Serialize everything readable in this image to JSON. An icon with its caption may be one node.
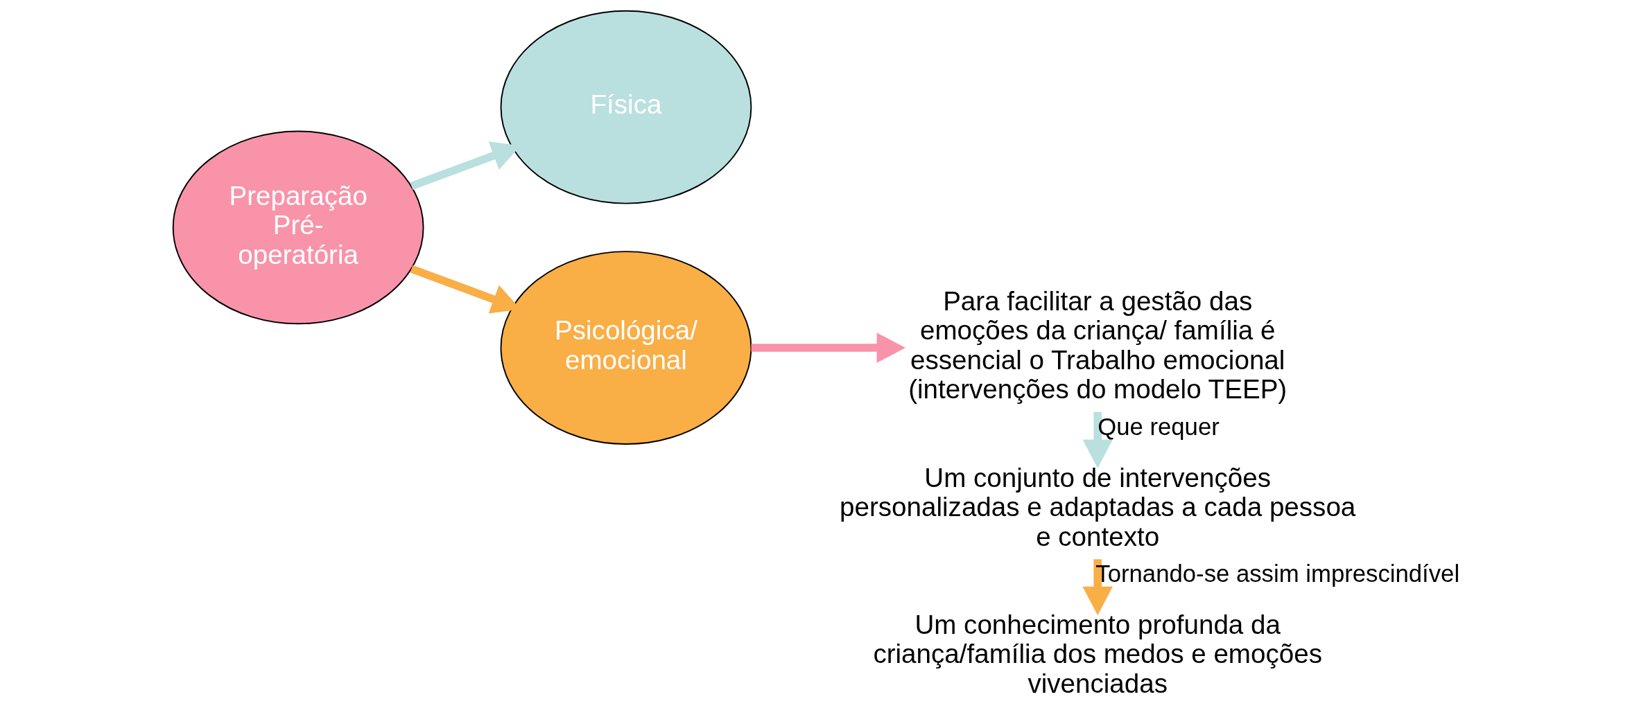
{
  "diagram": {
    "nodes": [
      {
        "text": [
          "Física"
        ]
      },
      {
        "text": [
          "Psicológica/ emocional"
        ]
      },
      {
        "text": [
          "Preparação Pré- operatória"
        ]
      },
      {
        "text": [
          "Para facilitar a gestão das emoções da criança/ família é essencial o Trabalho emocional (intervenções do modelo TEEP)"
        ]
      },
      {
        "text": [
          "Um conjunto de intervenções personalizadas e adaptadas a cada pessoa e contexto"
        ]
      },
      {
        "text": [
          "Um conhecimento profunda da criança/família dos medos e emoções vivenciadas"
        ]
      }
    ],
    "edges": [
      {
        "from": 2,
        "to": 0,
        "arrow": "to",
        "color": "#b9e0df"
      },
      {
        "from": 2,
        "to": 1,
        "arrow": "to",
        "color": "#f9ae46"
      },
      {
        "from": 1,
        "to": 3,
        "arrow": "to",
        "color": "#f993a9"
      },
      {
        "from": 3,
        "to": 4,
        "arrow": "to",
        "label": "Que requer",
        "color": "#b9e0df"
      },
      {
        "from": 4,
        "to": 5,
        "arrow": "to",
        "label": "Tornando-se assim imprescindível",
        "color": "#f9ae46"
      }
    ]
  }
}
